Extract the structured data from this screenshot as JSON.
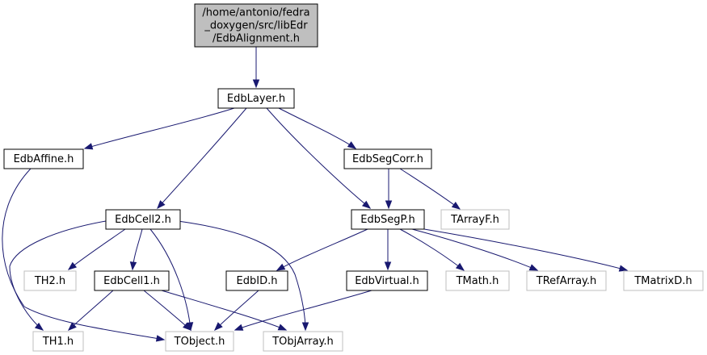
{
  "colors": {
    "edge": "#191970",
    "root_fill": "#bfbfbf",
    "node_border": "#000000",
    "external_border": "#bfbfbf",
    "background": "#ffffff"
  },
  "nodes": [
    {
      "id": "root",
      "lines": [
        "/home/antonio/fedra",
        "_doxygen/src/libEdr",
        "/EdbAlignment.h"
      ],
      "kind": "root"
    },
    {
      "id": "edblayer",
      "lines": [
        "EdbLayer.h"
      ],
      "kind": "local"
    },
    {
      "id": "edbaffine",
      "lines": [
        "EdbAffine.h"
      ],
      "kind": "local"
    },
    {
      "id": "edbsegcorr",
      "lines": [
        "EdbSegCorr.h"
      ],
      "kind": "local"
    },
    {
      "id": "edbcell2",
      "lines": [
        "EdbCell2.h"
      ],
      "kind": "local"
    },
    {
      "id": "edbsegp",
      "lines": [
        "EdbSegP.h"
      ],
      "kind": "local"
    },
    {
      "id": "tarrayf",
      "lines": [
        "TArrayF.h"
      ],
      "kind": "external"
    },
    {
      "id": "th2",
      "lines": [
        "TH2.h"
      ],
      "kind": "external"
    },
    {
      "id": "edbcell1",
      "lines": [
        "EdbCell1.h"
      ],
      "kind": "local"
    },
    {
      "id": "edbid",
      "lines": [
        "EdbID.h"
      ],
      "kind": "local"
    },
    {
      "id": "edbvirtual",
      "lines": [
        "EdbVirtual.h"
      ],
      "kind": "local"
    },
    {
      "id": "tmath",
      "lines": [
        "TMath.h"
      ],
      "kind": "external"
    },
    {
      "id": "trefarray",
      "lines": [
        "TRefArray.h"
      ],
      "kind": "external"
    },
    {
      "id": "tmatrixd",
      "lines": [
        "TMatrixD.h"
      ],
      "kind": "external"
    },
    {
      "id": "th1",
      "lines": [
        "TH1.h"
      ],
      "kind": "external"
    },
    {
      "id": "tobject",
      "lines": [
        "TObject.h"
      ],
      "kind": "external"
    },
    {
      "id": "tobjarray",
      "lines": [
        "TObjArray.h"
      ],
      "kind": "external"
    }
  ],
  "edges": [
    {
      "from": "root",
      "to": "edblayer"
    },
    {
      "from": "edblayer",
      "to": "edbaffine"
    },
    {
      "from": "edblayer",
      "to": "edbsegcorr"
    },
    {
      "from": "edblayer",
      "to": "edbcell2"
    },
    {
      "from": "edblayer",
      "to": "edbsegp"
    },
    {
      "from": "edbaffine",
      "to": "tobject"
    },
    {
      "from": "edbsegcorr",
      "to": "edbsegp"
    },
    {
      "from": "edbsegcorr",
      "to": "tarrayf"
    },
    {
      "from": "edbcell2",
      "to": "th2"
    },
    {
      "from": "edbcell2",
      "to": "edbcell1"
    },
    {
      "from": "edbcell2",
      "to": "th1"
    },
    {
      "from": "edbcell2",
      "to": "tobject"
    },
    {
      "from": "edbcell2",
      "to": "tobjarray"
    },
    {
      "from": "edbsegp",
      "to": "edbid"
    },
    {
      "from": "edbsegp",
      "to": "edbvirtual"
    },
    {
      "from": "edbsegp",
      "to": "tmath"
    },
    {
      "from": "edbsegp",
      "to": "trefarray"
    },
    {
      "from": "edbsegp",
      "to": "tmatrixd"
    },
    {
      "from": "edbcell1",
      "to": "th1"
    },
    {
      "from": "edbcell1",
      "to": "tobject"
    },
    {
      "from": "edbcell1",
      "to": "tobjarray"
    },
    {
      "from": "edbid",
      "to": "tobject"
    },
    {
      "from": "edbvirtual",
      "to": "tobject"
    }
  ]
}
